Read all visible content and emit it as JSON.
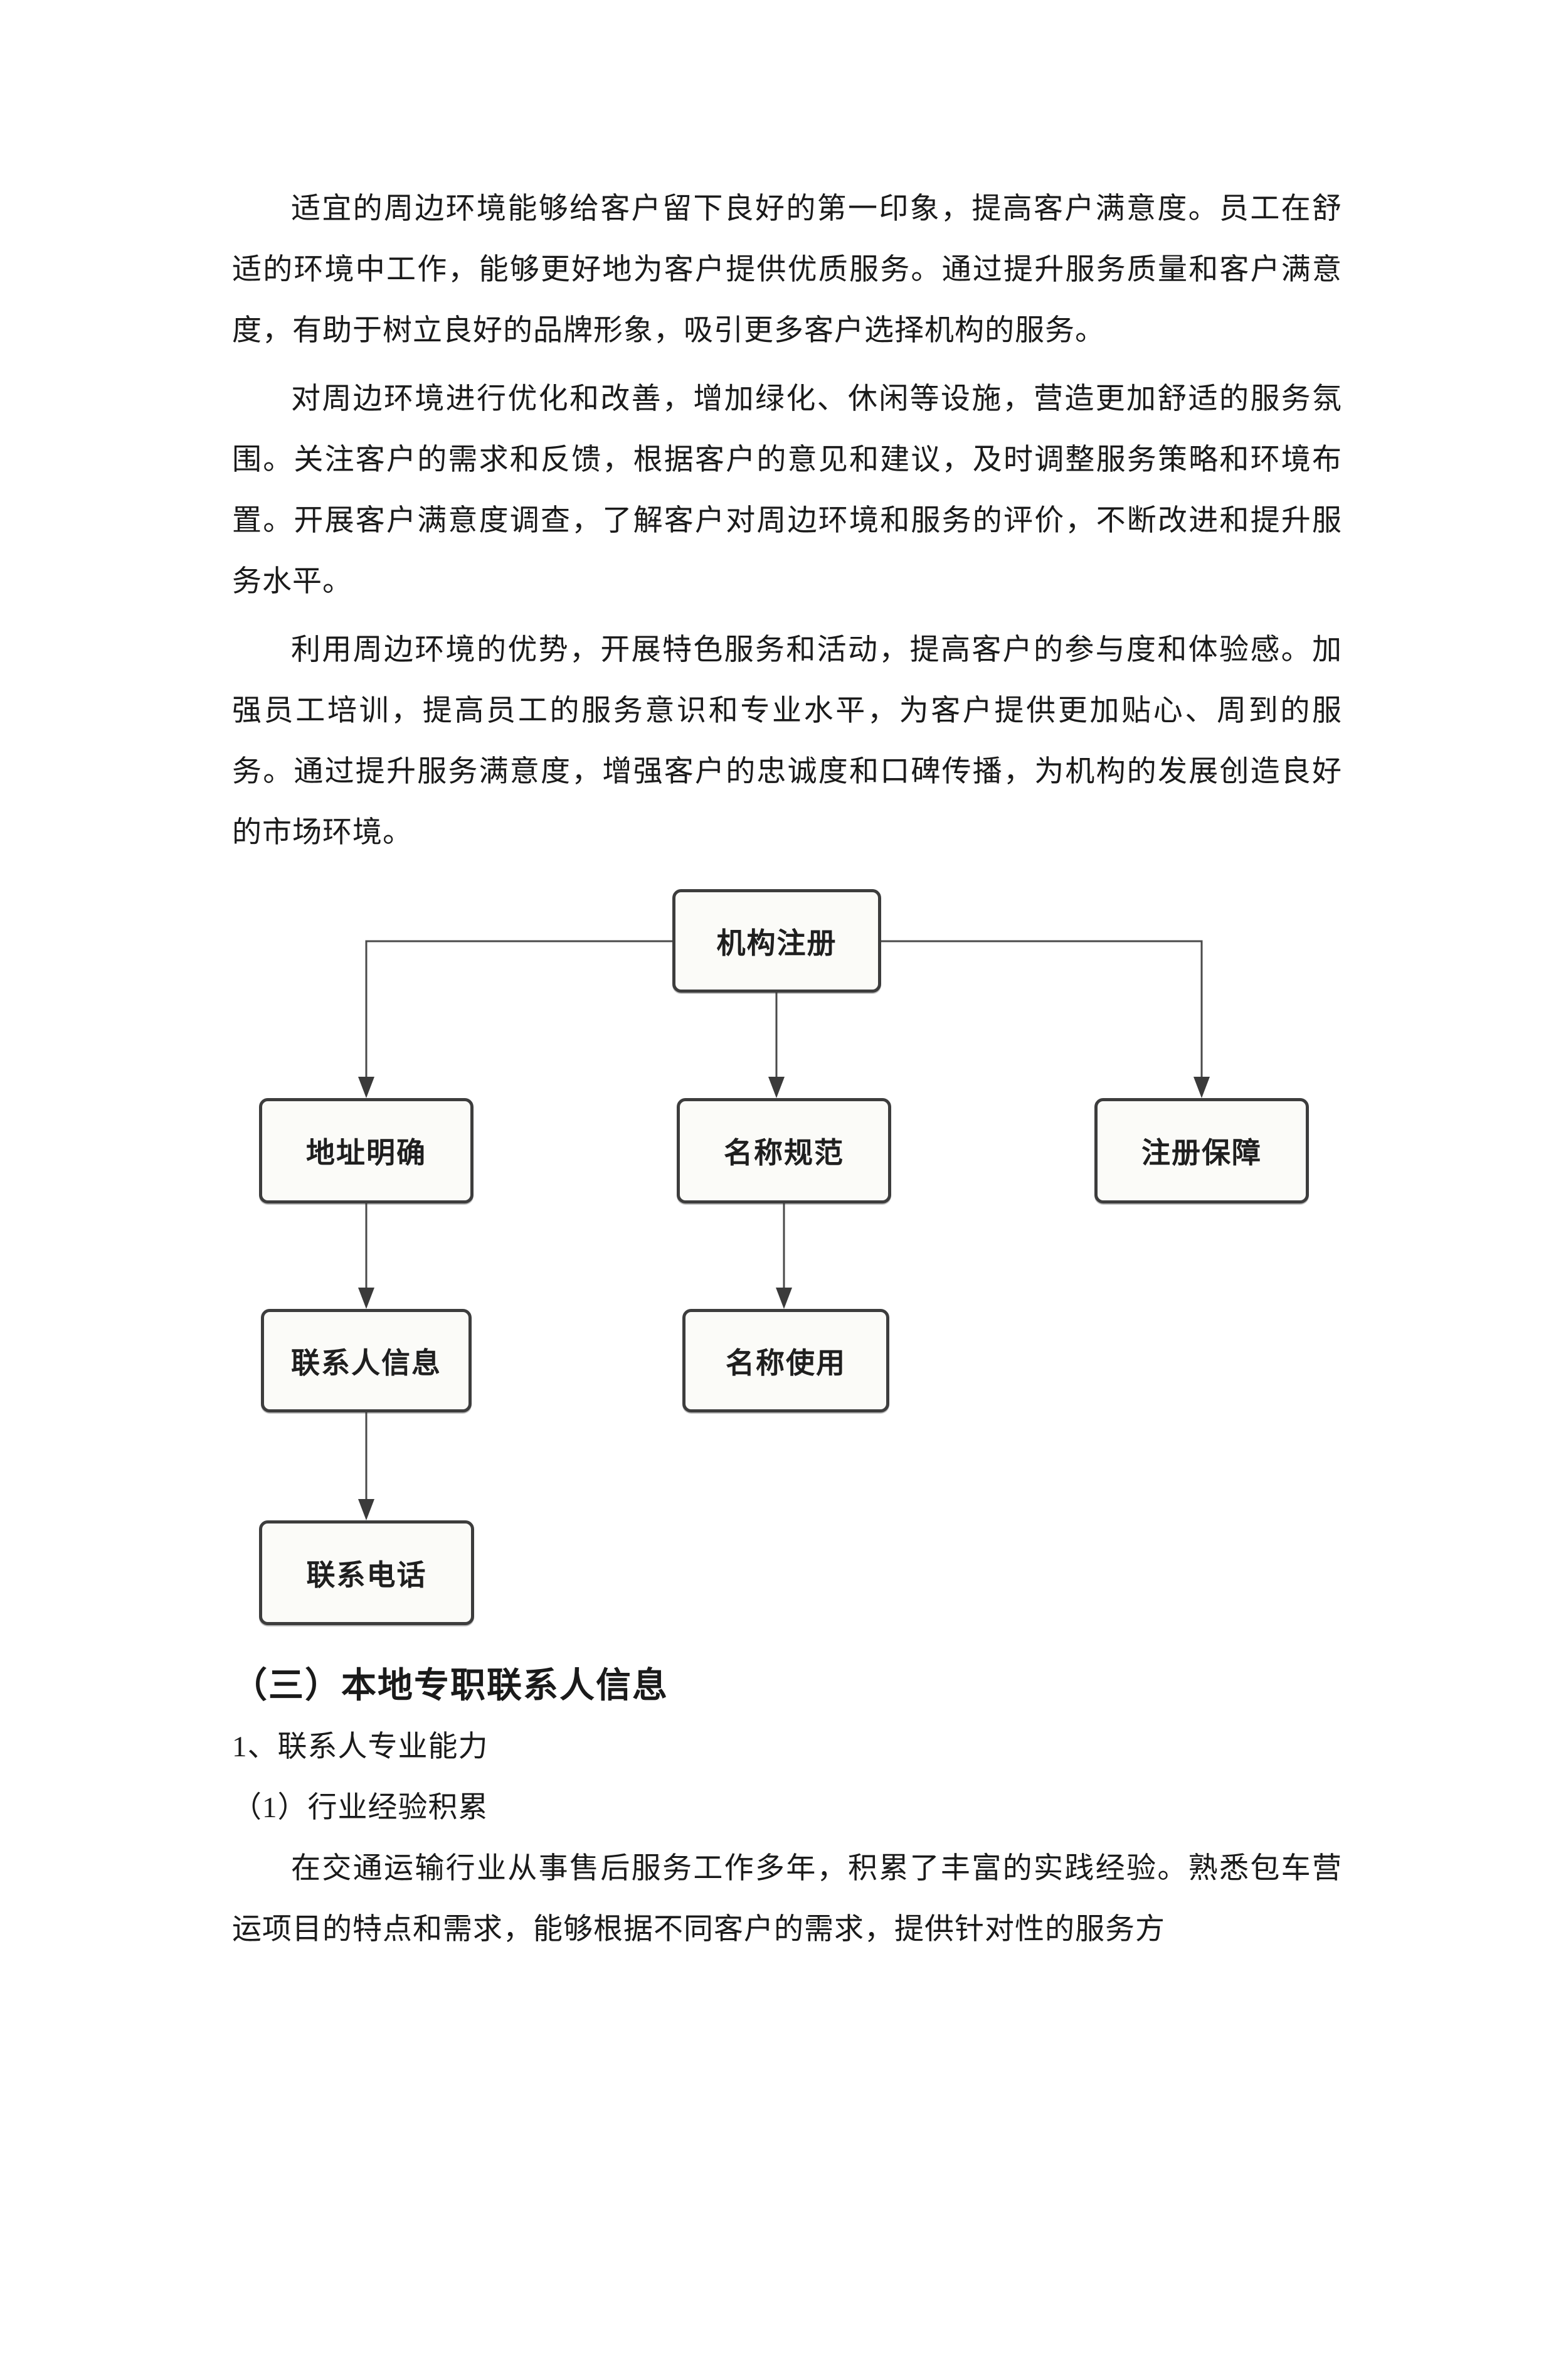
{
  "document": {
    "paragraphs": [
      "适宜的周边环境能够给客户留下良好的第一印象，提高客户满意度。员工在舒适的环境中工作，能够更好地为客户提供优质服务。通过提升服务质量和客户满意度，有助于树立良好的品牌形象，吸引更多客户选择机构的服务。",
      "对周边环境进行优化和改善，增加绿化、休闲等设施，营造更加舒适的服务氛围。关注客户的需求和反馈，根据客户的意见和建议，及时调整服务策略和环境布置。开展客户满意度调查，了解客户对周边环境和服务的评价，不断改进和提升服务水平。",
      "利用周边环境的优势，开展特色服务和活动，提高客户的参与度和体验感。加强员工培训，提高员工的服务意识和专业水平，为客户提供更加贴心、周到的服务。通过提升服务满意度，增强客户的忠诚度和口碑传播，为机构的发展创造良好的市场环境。"
    ],
    "section_heading": "（三）本地专职联系人信息",
    "sub_heading_1": "1、联系人专业能力",
    "sub_heading_2": "（1）行业经验积累",
    "closing_paragraph": "在交通运输行业从事售后服务工作多年，积累了丰富的实践经验。熟悉包车营运项目的特点和需求，能够根据不同客户的需求，提供针对性的服务方"
  },
  "diagram": {
    "nodes": {
      "root": "机构注册",
      "address": "地址明确",
      "name_standard": "名称规范",
      "registration_guarantee": "注册保障",
      "contact_info": "联系人信息",
      "name_use": "名称使用",
      "contact_phone": "联系电话"
    },
    "edges": [
      {
        "from": "root",
        "to": "address"
      },
      {
        "from": "root",
        "to": "name_standard"
      },
      {
        "from": "root",
        "to": "registration_guarantee"
      },
      {
        "from": "address",
        "to": "contact_info"
      },
      {
        "from": "name_standard",
        "to": "name_use"
      },
      {
        "from": "contact_info",
        "to": "contact_phone"
      }
    ],
    "colors": {
      "box_fill": "#fbfbf8",
      "box_border": "#3d3d3d",
      "connector": "#4a4a4a",
      "text": "#1f1f1f"
    }
  }
}
